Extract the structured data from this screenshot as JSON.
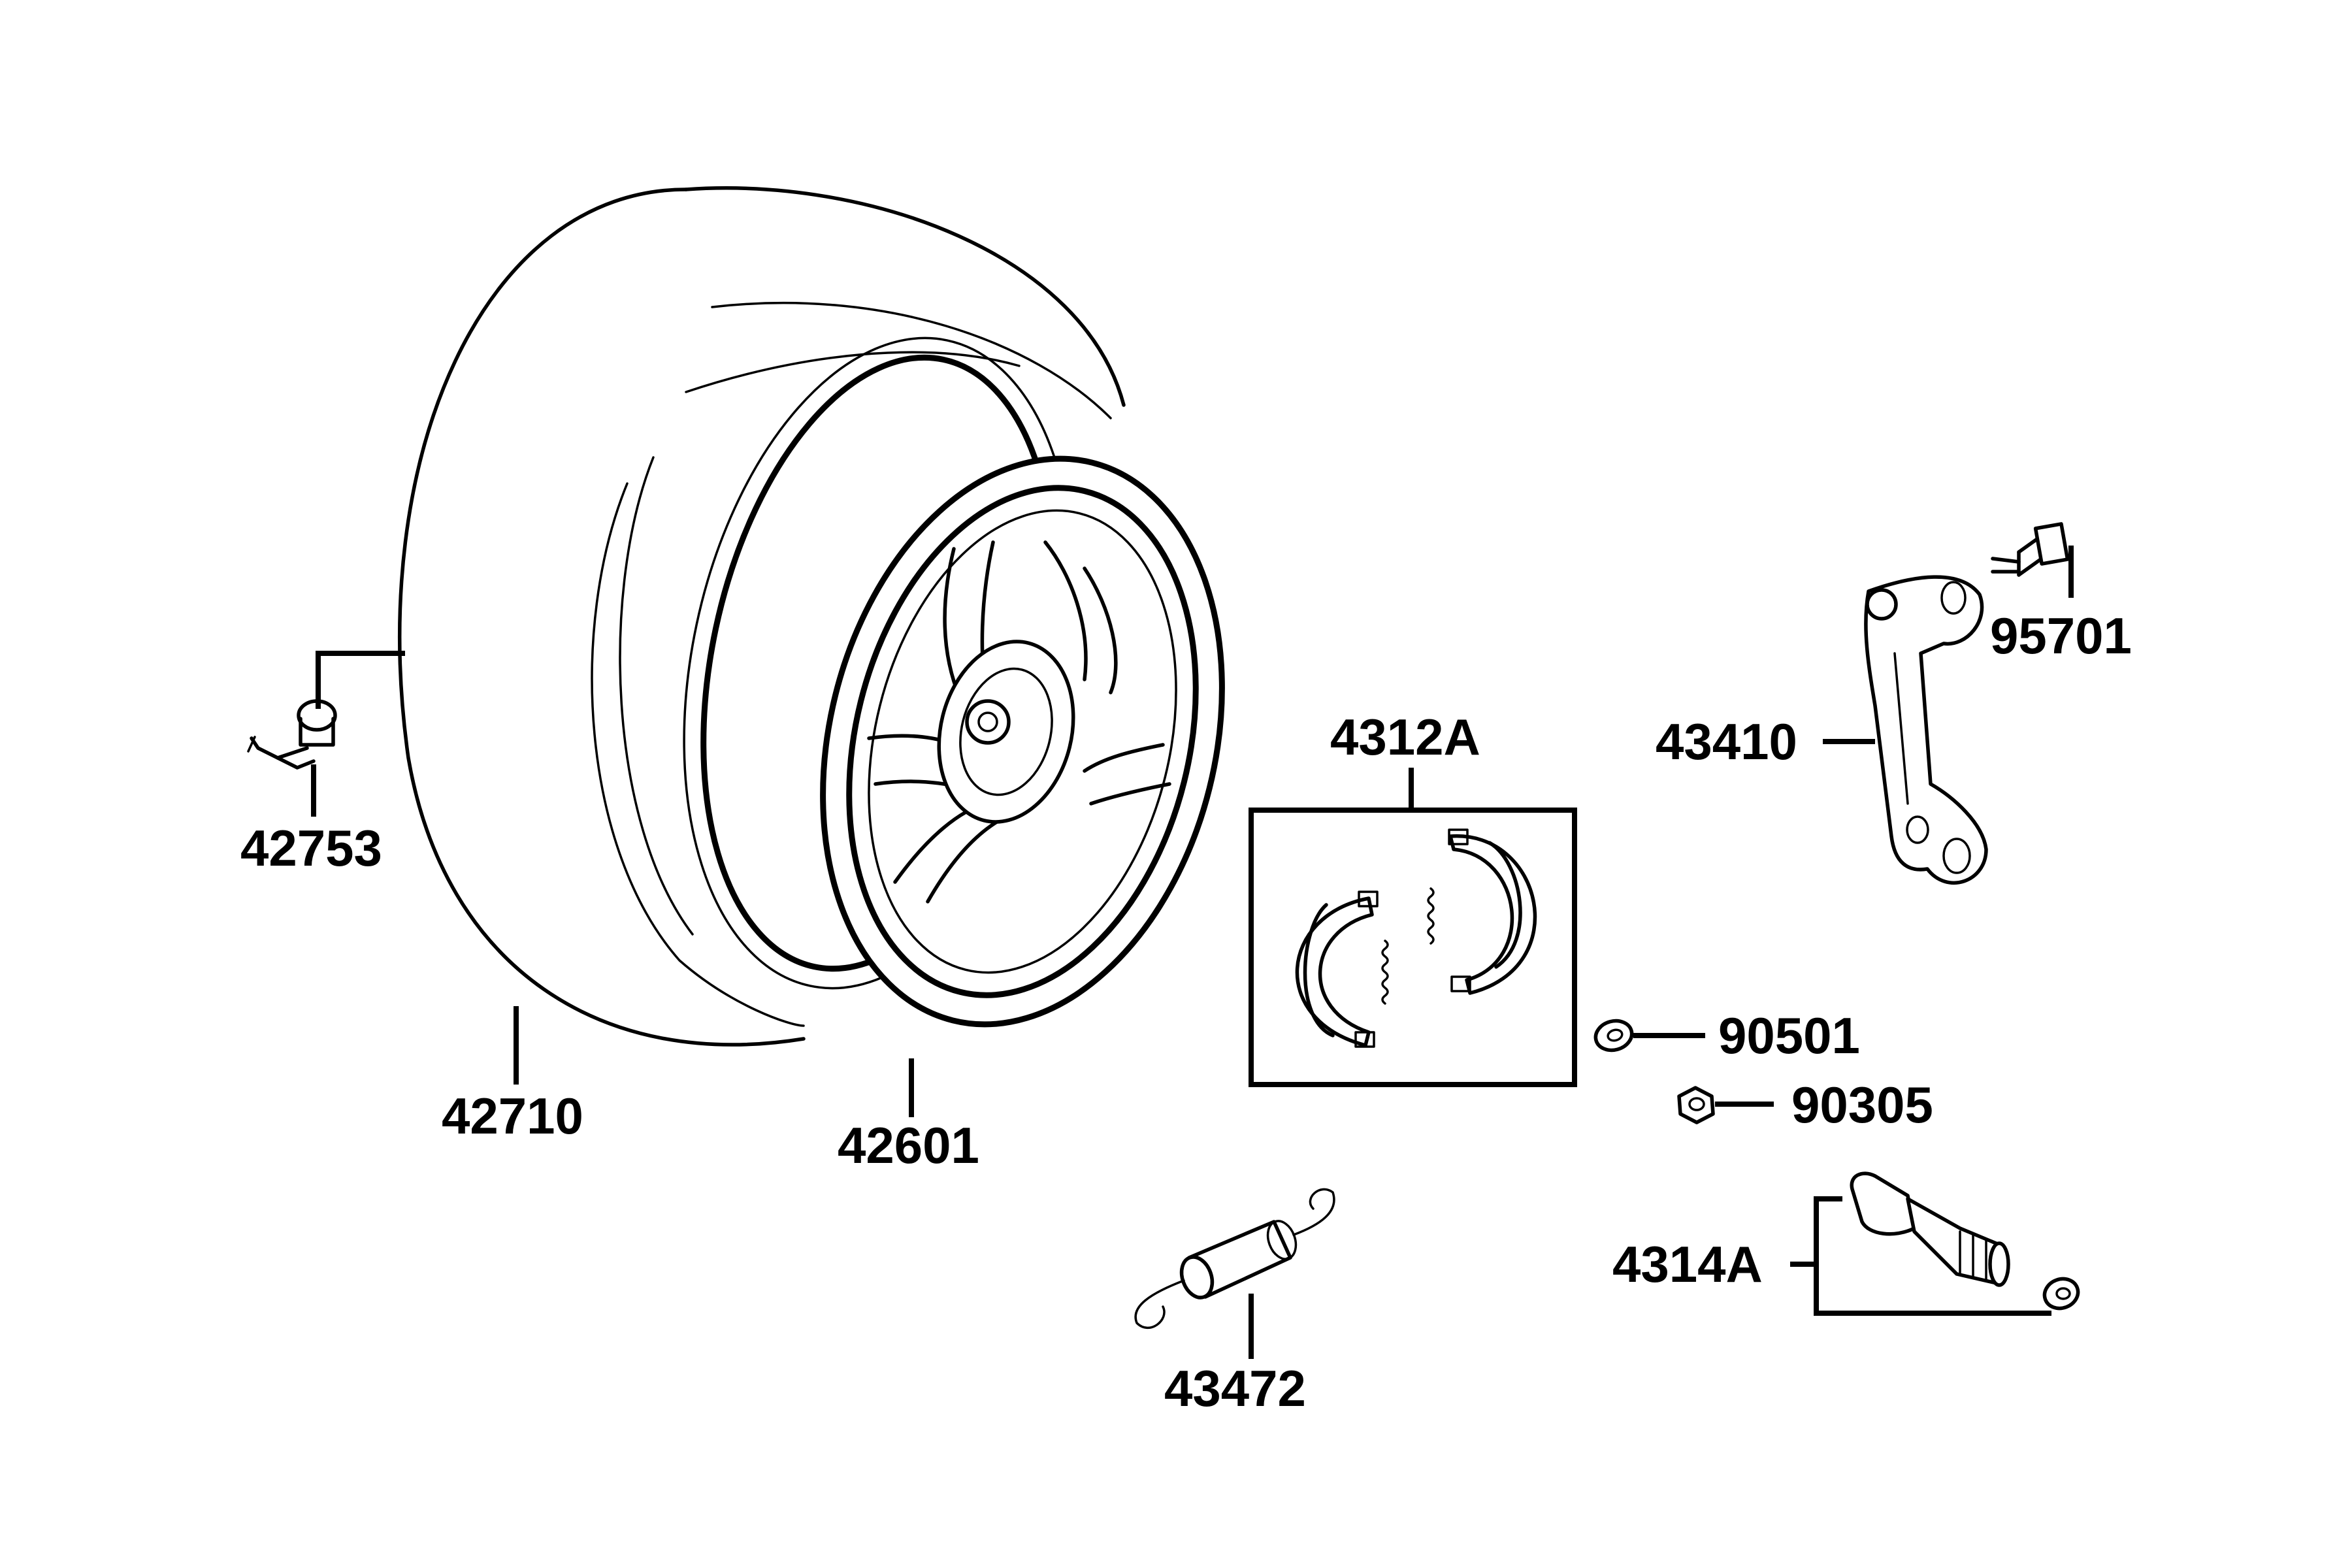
{
  "parts": {
    "valve": "42753",
    "tire": "42710",
    "rim": "42601",
    "brake_shoe_set": "4312A",
    "bolt": "95701",
    "brake_arm": "43410",
    "washer": "90501",
    "nut": "90305",
    "brake_cam_set": "4314A",
    "spring": "43472"
  },
  "colors": {
    "line": "#000000",
    "background": "#ffffff"
  }
}
